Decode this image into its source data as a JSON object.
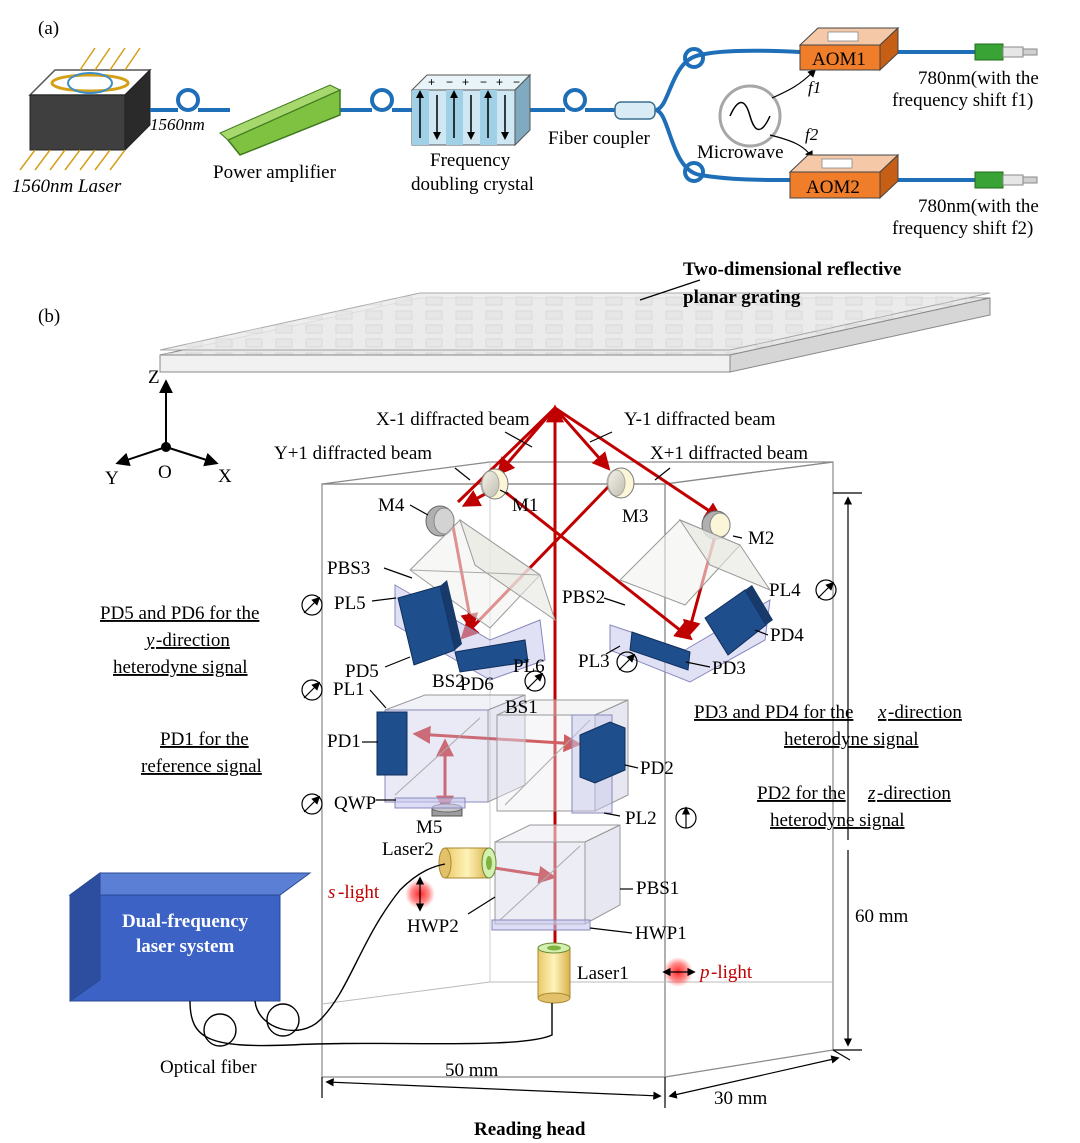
{
  "panel_a": {
    "label": "(a)",
    "laser_label": "1560nm Laser",
    "wavelength_label": "1560nm",
    "amplifier_label": "Power amplifier",
    "crystal_label_1": "Frequency",
    "crystal_label_2": "doubling crystal",
    "coupler_label": "Fiber coupler",
    "microwave_label": "Microwave",
    "aom1_label": "AOM1",
    "aom2_label": "AOM2",
    "f1_label": "f1",
    "f2_label": "f2",
    "out1_line1": "780nm(with the",
    "out1_line2": "frequency shift f1)",
    "out2_line1": "780nm(with the",
    "out2_line2": "frequency shift f2)",
    "colors": {
      "fiber": "#1f6fb8",
      "aom": "#f07d2a",
      "amplifier": "#7fc241",
      "connector": "#3aa335"
    }
  },
  "panel_b": {
    "label": "(b)",
    "grating_title_1": "Two-dimensional reflective",
    "grating_title_2": "planar grating",
    "axes": {
      "z": "Z",
      "y": "Y",
      "o": "O",
      "x": "X"
    },
    "beams": {
      "xm1": "X-1 diffracted beam",
      "ym1": "Y-1 diffracted beam",
      "yp1": "Y+1 diffracted beam",
      "xp1": "X+1 diffracted beam"
    },
    "components": {
      "m1": "M1",
      "m2": "M2",
      "m3": "M3",
      "m4": "M4",
      "m5": "M5",
      "pbs1": "PBS1",
      "pbs2": "PBS2",
      "pbs3": "PBS3",
      "pl1": "PL1",
      "pl2": "PL2",
      "pl3": "PL3",
      "pl4": "PL4",
      "pl5": "PL5",
      "pl6": "PL6",
      "pd1": "PD1",
      "pd2": "PD2",
      "pd3": "PD3",
      "pd4": "PD4",
      "pd5": "PD5",
      "pd6": "PD6",
      "bs1": "BS1",
      "bs2": "BS2",
      "qwp": "QWP",
      "hwp1": "HWP1",
      "hwp2": "HWP2",
      "laser1": "Laser1",
      "laser2": "Laser2"
    },
    "notes": {
      "pd56_1": "PD5 and PD6 for the",
      "pd56_2a": "y",
      "pd56_2b": "-direction",
      "pd56_3": "heterodyne signal",
      "pd1_1": "PD1 for the",
      "pd1_2": "reference signal",
      "pd34_1a": "PD3 and PD4 for the ",
      "pd34_1b": "x",
      "pd34_1c": "-direction",
      "pd34_2": "heterodyne signal",
      "pd2_1a": "PD2 for the ",
      "pd2_1b": "z",
      "pd2_1c": "-direction",
      "pd2_2": "heterodyne signal"
    },
    "s_light_a": "s",
    "s_light_b": "-light",
    "p_light_a": "p",
    "p_light_b": "-light",
    "laser_system_1": "Dual-frequency",
    "laser_system_2": "laser system",
    "fiber_label": "Optical fiber",
    "dim_60": "60 mm",
    "dim_50": "50 mm",
    "dim_30": "30 mm",
    "reading_head": "Reading head",
    "colors": {
      "beam": "#c00000",
      "detector": "#1f4e8c",
      "laser_system": "#3b62c4"
    }
  }
}
